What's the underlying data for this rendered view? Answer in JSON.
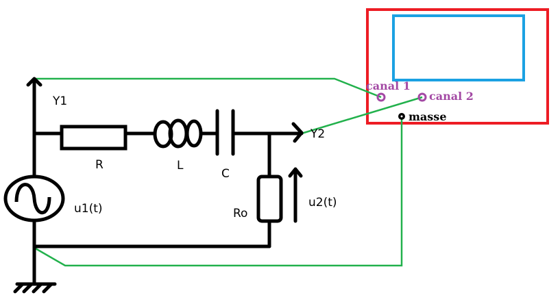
{
  "labels": {
    "y1": "Y1",
    "y2": "Y2",
    "r": "R",
    "l": "L",
    "c": "C",
    "ro": "Ro",
    "u1": "u1(t)",
    "u2": "u2(t)"
  },
  "oscilloscope": {
    "channel1": "canal 1",
    "channel2": "canal 2",
    "ground": "masse"
  },
  "colors": {
    "wire": "#000000",
    "probe_wire": "#22b14c",
    "scope_frame": "#ed1c24",
    "scope_screen": "#1ba1e2",
    "channel_label": "#a349a4"
  }
}
